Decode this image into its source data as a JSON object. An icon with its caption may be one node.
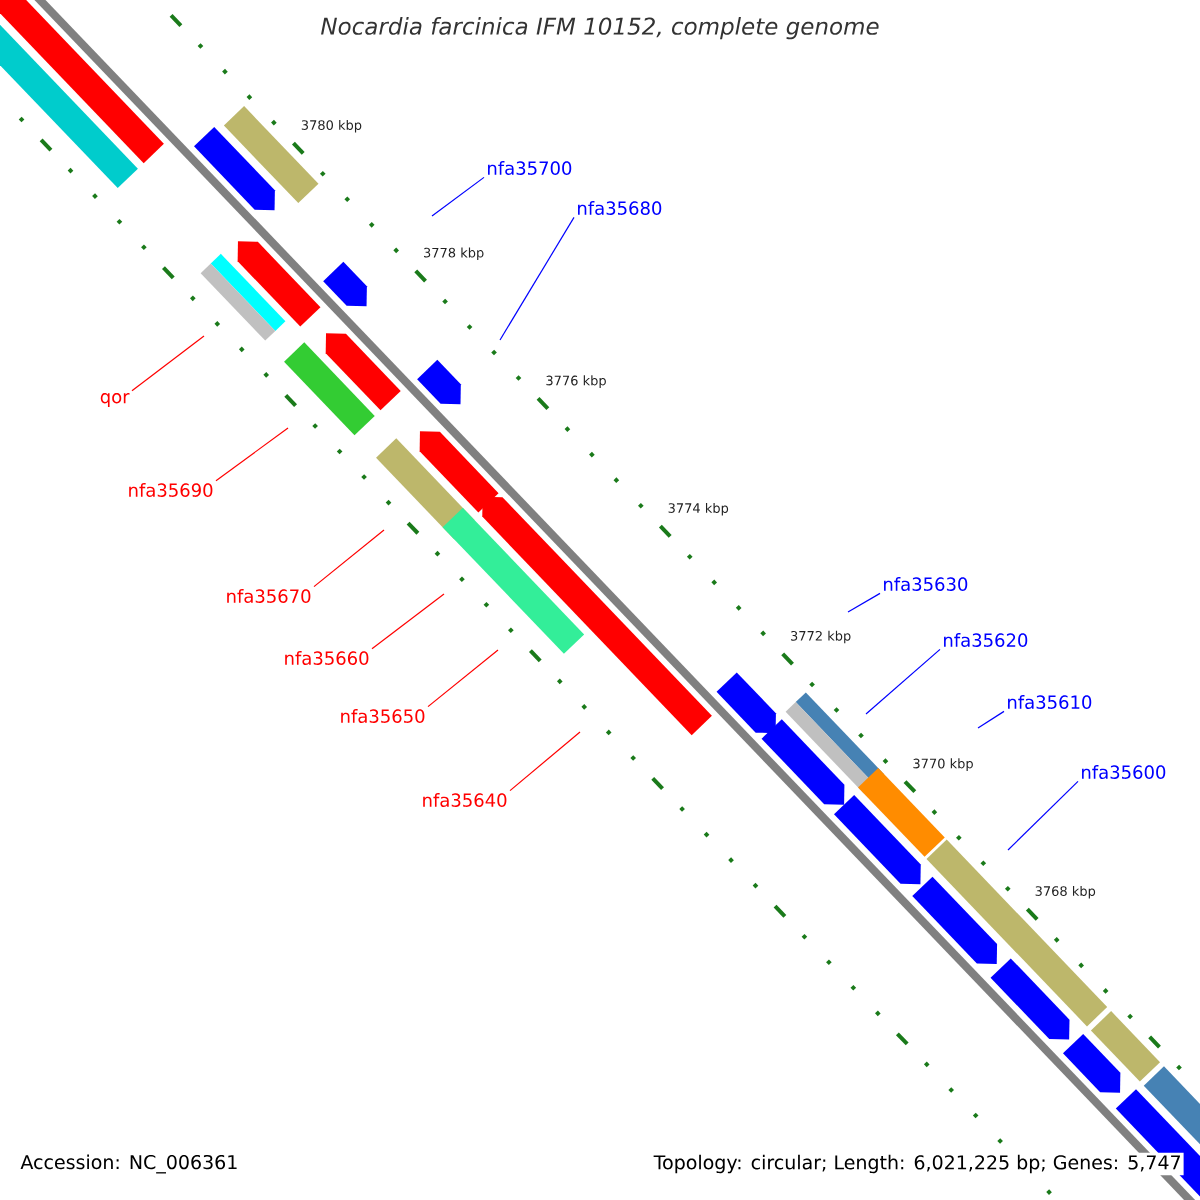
{
  "diagram": {
    "title": "*Nocardia farcinica* IFM 10152, complete genome",
    "nodes": [
      {
        "text": [
          "nfa35700"
        ]
      },
      {
        "text": [
          "nfa35680"
        ]
      },
      {
        "text": [
          "qor"
        ]
      },
      {
        "text": [
          "nfa35690"
        ]
      },
      {
        "text": [
          "nfa35630"
        ]
      },
      {
        "text": [
          "nfa35670"
        ]
      },
      {
        "text": [
          "nfa35620"
        ]
      },
      {
        "text": [
          "nfa35660"
        ]
      },
      {
        "text": [
          "nfa35610"
        ]
      },
      {
        "text": [
          "nfa35650"
        ]
      },
      {
        "text": [
          "nfa35600"
        ]
      },
      {
        "text": [
          "nfa35640"
        ]
      }
    ],
    "edges": [
      {
        "from": 0,
        "to": null,
        "arrow": "none",
        "color": "#0000ff"
      },
      {
        "from": 1,
        "to": null,
        "arrow": "none",
        "color": "#0000ff"
      },
      {
        "from": 2,
        "to": null,
        "arrow": "none",
        "color": "#ff0000"
      },
      {
        "from": 3,
        "to": null,
        "arrow": "none",
        "color": "#ff0000"
      },
      {
        "from": 4,
        "to": null,
        "arrow": "none",
        "color": "#0000ff"
      },
      {
        "from": 5,
        "to": null,
        "arrow": "none",
        "color": "#ff0000"
      },
      {
        "from": 6,
        "to": null,
        "arrow": "none",
        "color": "#0000ff"
      },
      {
        "from": 7,
        "to": null,
        "arrow": "none",
        "color": "#ff0000"
      },
      {
        "from": 8,
        "to": null,
        "arrow": "none",
        "color": "#0000ff"
      },
      {
        "from": 9,
        "to": null,
        "arrow": "none",
        "color": "#ff0000"
      },
      {
        "from": 10,
        "to": null,
        "arrow": "none",
        "color": "#0000ff"
      },
      {
        "from": 11,
        "to": null,
        "arrow": "none",
        "color": "#ff0000"
      }
    ],
    "labels": [
      "3780 kbp",
      "3778 kbp",
      "3776 kbp",
      "3774 kbp",
      "3772 kbp",
      "3770 kbp",
      "3768 kbp",
      "Accession: NC_006361",
      "Topology: circular; Length: 6,021,225 bp; Genes: 5,747"
    ]
  }
}
